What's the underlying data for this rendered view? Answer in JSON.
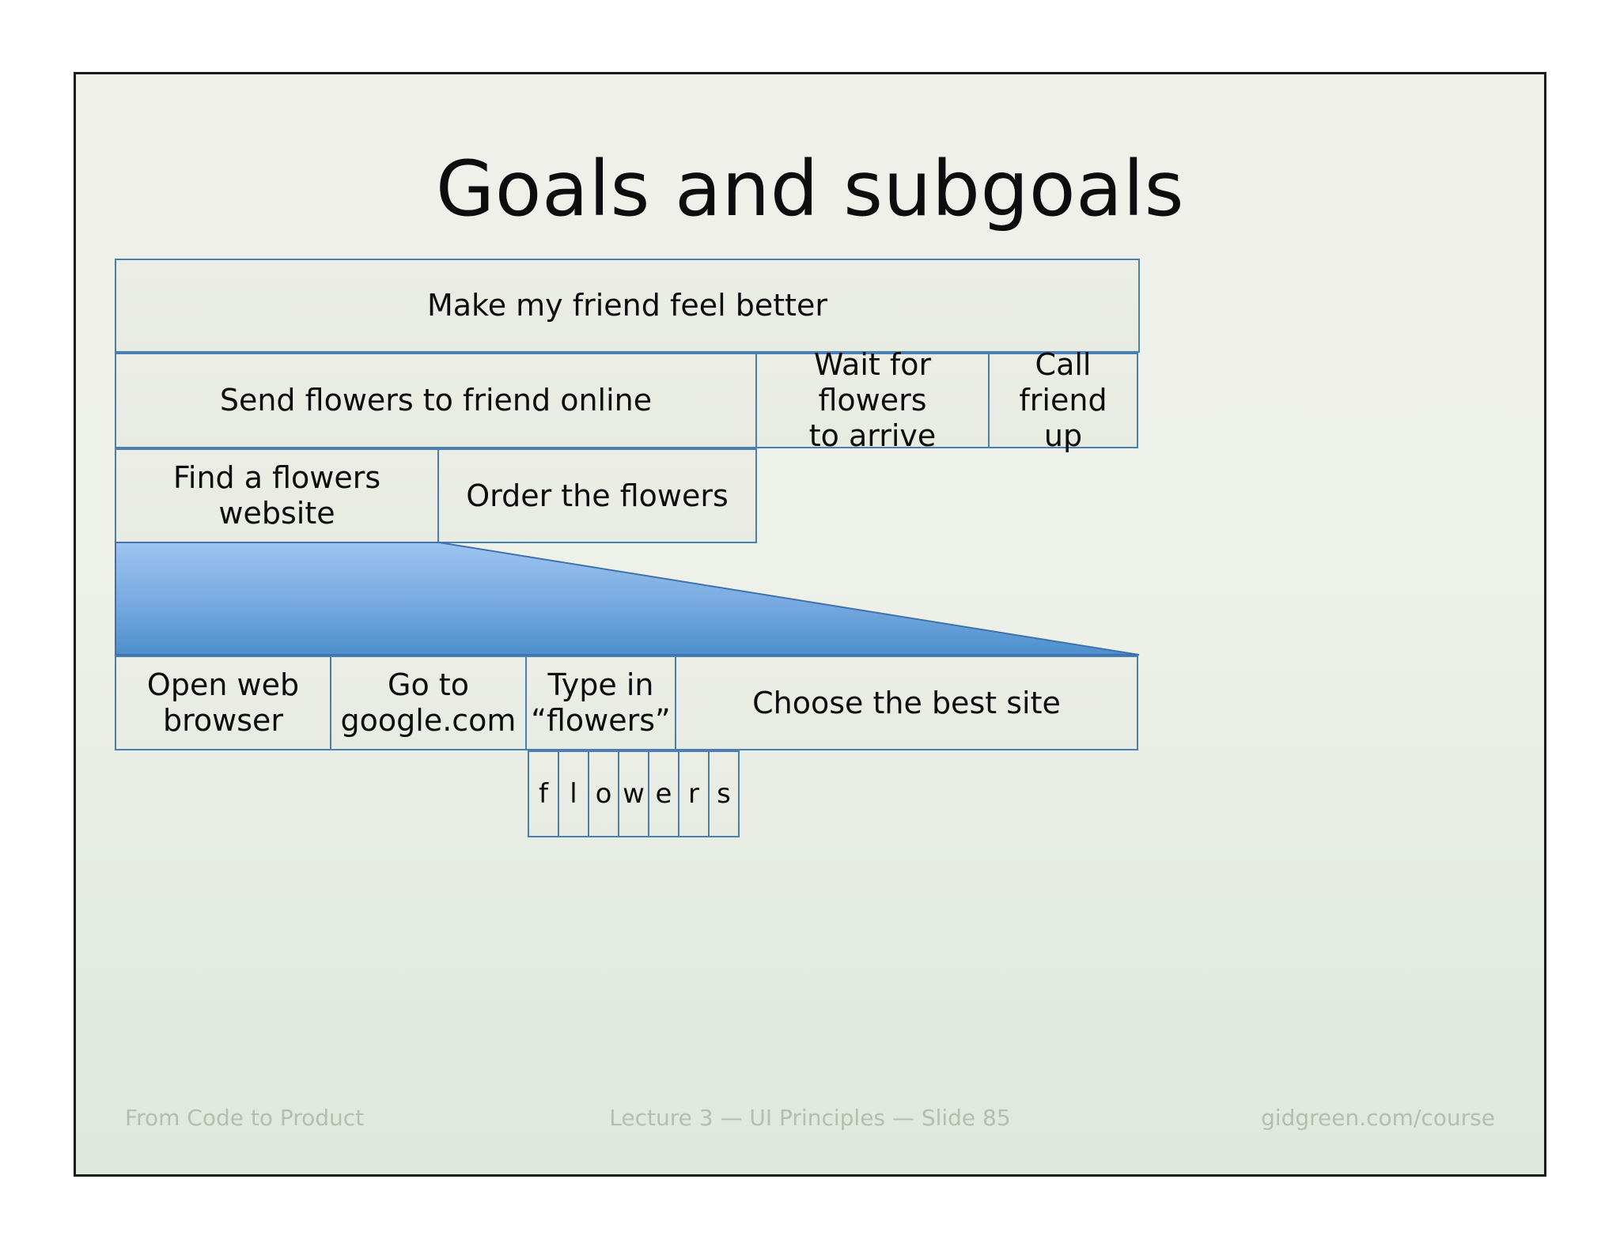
{
  "slide": {
    "title": "Goals and subgoals",
    "accent_color": "#4a7fb5",
    "connector_gradient_top": "#9ec4f0",
    "connector_gradient_bottom": "#4d8fcc",
    "box_fill": "#e9ece4",
    "background_top": "#f0f0eb",
    "background_bottom": "#dee8dc"
  },
  "diagram": {
    "goal_row": {
      "goal": "Make my friend feel better"
    },
    "subgoal_row": {
      "items": [
        {
          "label": "Send flowers to friend online"
        },
        {
          "label": "Wait for flowers\nto arrive"
        },
        {
          "label": "Call\nfriend up"
        }
      ]
    },
    "subsubgoal_row": {
      "items": [
        {
          "label": "Find a flowers website"
        },
        {
          "label": "Order the flowers"
        }
      ]
    },
    "action_row": {
      "items": [
        {
          "label": "Open web\nbrowser"
        },
        {
          "label": "Go to\ngoogle.com"
        },
        {
          "label": "Type in\n“flowers”"
        },
        {
          "label": "Choose the best site"
        }
      ]
    },
    "keystroke_row": {
      "letters": [
        "f",
        "l",
        "o",
        "w",
        "e",
        "r",
        "s"
      ]
    }
  },
  "footer": {
    "left": "From Code to Product",
    "center": "Lecture 3 — UI Principles — Slide 85",
    "right": "gidgreen.com/course"
  }
}
